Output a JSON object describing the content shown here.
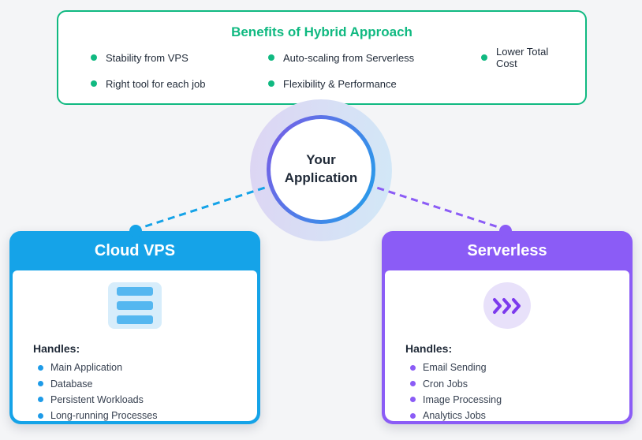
{
  "colors": {
    "background": "#F4F5F7",
    "green_accent": "#10B981",
    "blue_accent": "#15A3E8",
    "purple_accent": "#8B5CF6",
    "dark_text": "#1F2937"
  },
  "benefits": {
    "title": "Benefits of Hybrid Approach",
    "items": [
      "Stability from VPS",
      "Auto-scaling from Serverless",
      "Lower Total Cost",
      "Right tool for each job",
      "Flexibility & Performance"
    ]
  },
  "center": {
    "label_line1": "Your",
    "label_line2": "Application"
  },
  "cards": {
    "vps": {
      "title": "Cloud VPS",
      "handles_label": "Handles:",
      "items": [
        "Main Application",
        "Database",
        "Persistent Workloads",
        "Long-running Processes"
      ]
    },
    "serverless": {
      "title": "Serverless",
      "handles_label": "Handles:",
      "items": [
        "Email Sending",
        "Cron Jobs",
        "Image Processing",
        "Analytics Jobs"
      ]
    }
  }
}
